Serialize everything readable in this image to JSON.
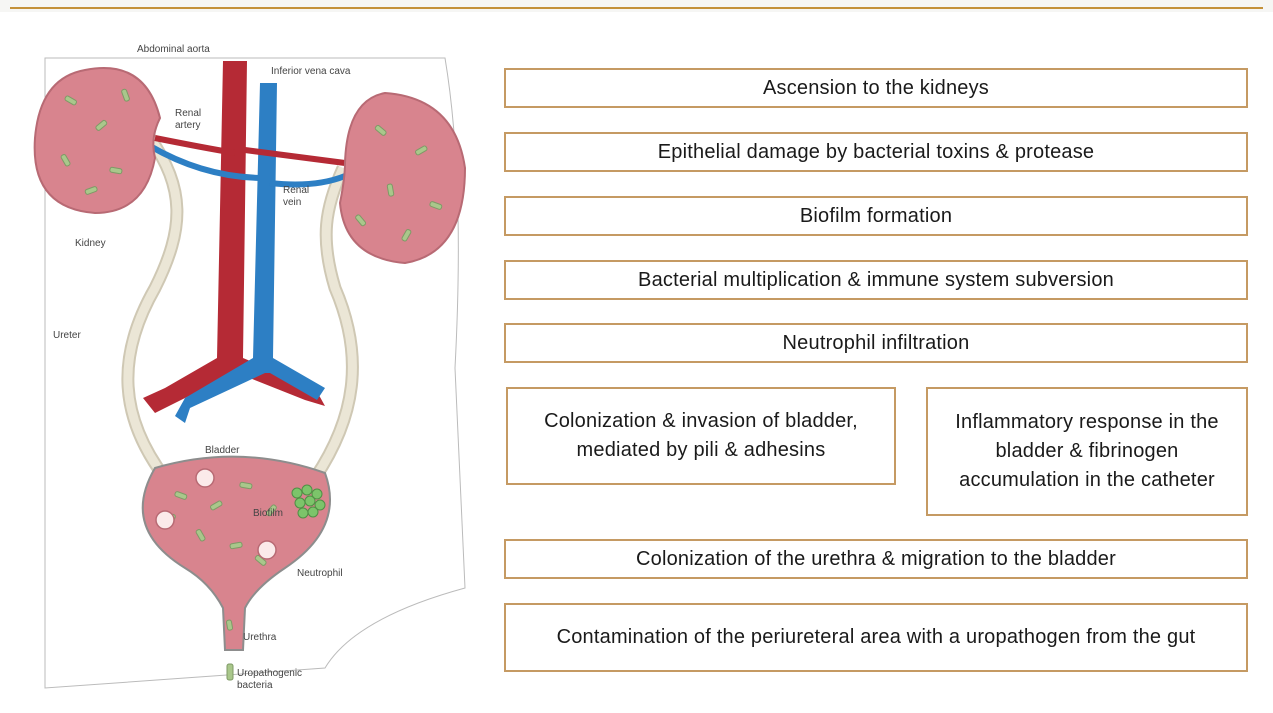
{
  "anatomy_labels": {
    "abdominal_aorta": "Abdominal aorta",
    "inferior_vena_cava": "Inferior vena cava",
    "renal_artery_1": "Renal",
    "renal_artery_2": "artery",
    "renal_vein_1": "Renal",
    "renal_vein_2": "vein",
    "kidney": "Kidney",
    "ureter": "Ureter",
    "bladder": "Bladder",
    "biofilm": "Biofilm",
    "neutrophil": "Neutrophil",
    "urethra": "Urethra",
    "uropathogenic_1": "Uropathogenic",
    "uropathogenic_2": "bacteria"
  },
  "steps": {
    "s1": "Ascension to the kidneys",
    "s2": "Epithelial damage by bacterial toxins & protease",
    "s3": "Biofilm formation",
    "s4": "Bacterial multiplication & immune system subversion",
    "s5": "Neutrophil infiltration",
    "s6": "Colonization & invasion of bladder, mediated by pili & adhesins",
    "s7": "Inflammatory response in the bladder & fibrinogen accumulation in the catheter",
    "s8": "Colonization of the urethra & migration to the bladder",
    "s9": "Contamination of the periureteral area with a uropathogen from the gut"
  },
  "colors": {
    "box_border": "#c59a63",
    "kidney": "#d8848e",
    "artery": "#b52a35",
    "vein": "#2d7fc4",
    "bacteria": "#a9c78b"
  }
}
